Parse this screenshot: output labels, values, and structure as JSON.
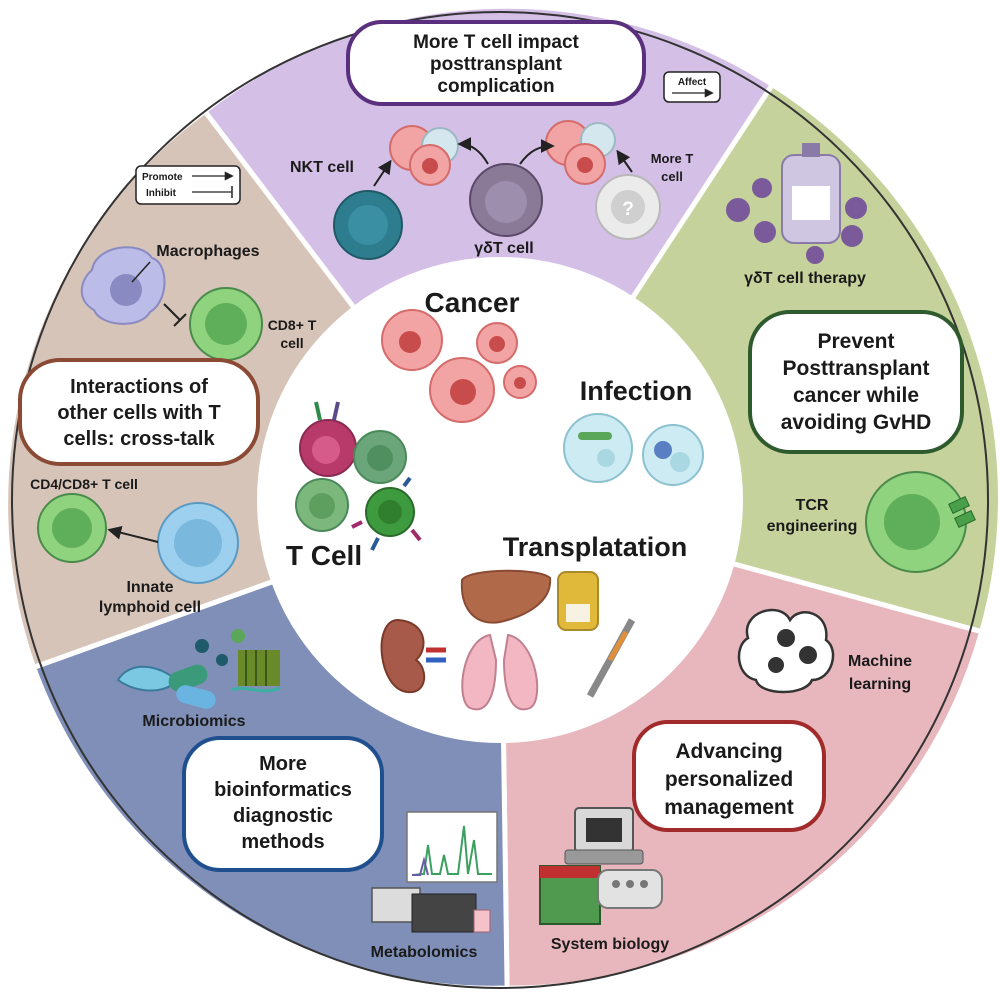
{
  "center": {
    "cancer": "Cancer",
    "infection": "Infection",
    "transplantation": "Transplatation",
    "tcell": "T Cell"
  },
  "segments": {
    "top": {
      "title": [
        "More T cell impact",
        "posttransplant",
        "complication"
      ],
      "legend_affect": "Affect",
      "nkt": "NKT cell",
      "gdt": "γδT cell",
      "more_t": [
        "More T",
        "cell"
      ],
      "unknown_mark": "?"
    },
    "right": {
      "therapy": "γδT cell therapy",
      "title": [
        "Prevent",
        "Posttransplant",
        "cancer while",
        "avoiding GvHD"
      ],
      "tcr": [
        "TCR",
        "engineering"
      ]
    },
    "bottom_right": {
      "ml": [
        "Machine",
        "learning"
      ],
      "title": [
        "Advancing",
        "personalized",
        "management"
      ],
      "system": "System biology"
    },
    "bottom_left": {
      "microbiomics": "Microbiomics",
      "title": [
        "More",
        "bioinformatics",
        "diagnostic",
        "methods"
      ],
      "metabolomics": "Metabolomics"
    },
    "left": {
      "legend_promote": "Promote",
      "legend_inhibit": "Inhibit",
      "macrophages": "Macrophages",
      "cd8": [
        "CD8+ T",
        "cell"
      ],
      "title": [
        "Interactions of",
        "other cells with T",
        "cells: cross-talk"
      ],
      "cd4cd8": "CD4/CD8+ T cell",
      "ilc": [
        "Innate",
        "lymphoid cell"
      ]
    }
  },
  "colors": {
    "top": "#d4bfe6",
    "right": "#c5d29b",
    "bottom_right": "#e8b7bd",
    "bottom_left": "#7f8fb8",
    "left": "#d7c4b8",
    "top_box": "#5a2f7e",
    "right_box": "#2e5a2e",
    "bottom_right_box": "#a12a2a",
    "bottom_left_box": "#1f4f8f",
    "left_box": "#8a4a34"
  }
}
